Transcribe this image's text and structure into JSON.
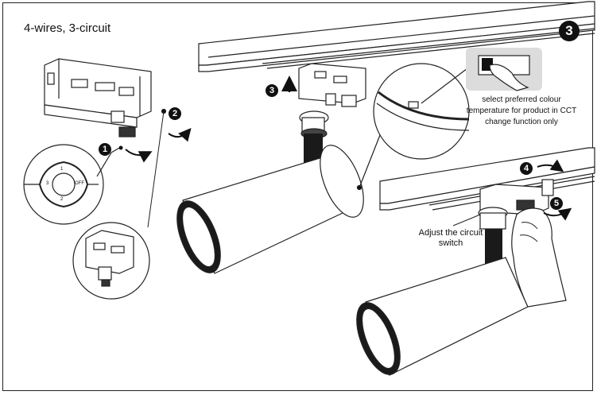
{
  "header": {
    "title": "4-wires, 3-circuit"
  },
  "step_badge": "3",
  "steps": {
    "s1": "1",
    "s2": "2",
    "s3": "3",
    "s4": "4",
    "s5": "5"
  },
  "note": {
    "text": "select preferred colour temperature for product in CCT change function only"
  },
  "adjust": {
    "text": "Adjust the circuit switch"
  },
  "dial": {
    "pos_1": "1",
    "pos_2": "2",
    "pos_3": "3",
    "off": "OFF"
  },
  "colors": {
    "stroke": "#222222",
    "fill_dark": "#1a1a1a",
    "highlight_bg": "#dcdcdc"
  }
}
